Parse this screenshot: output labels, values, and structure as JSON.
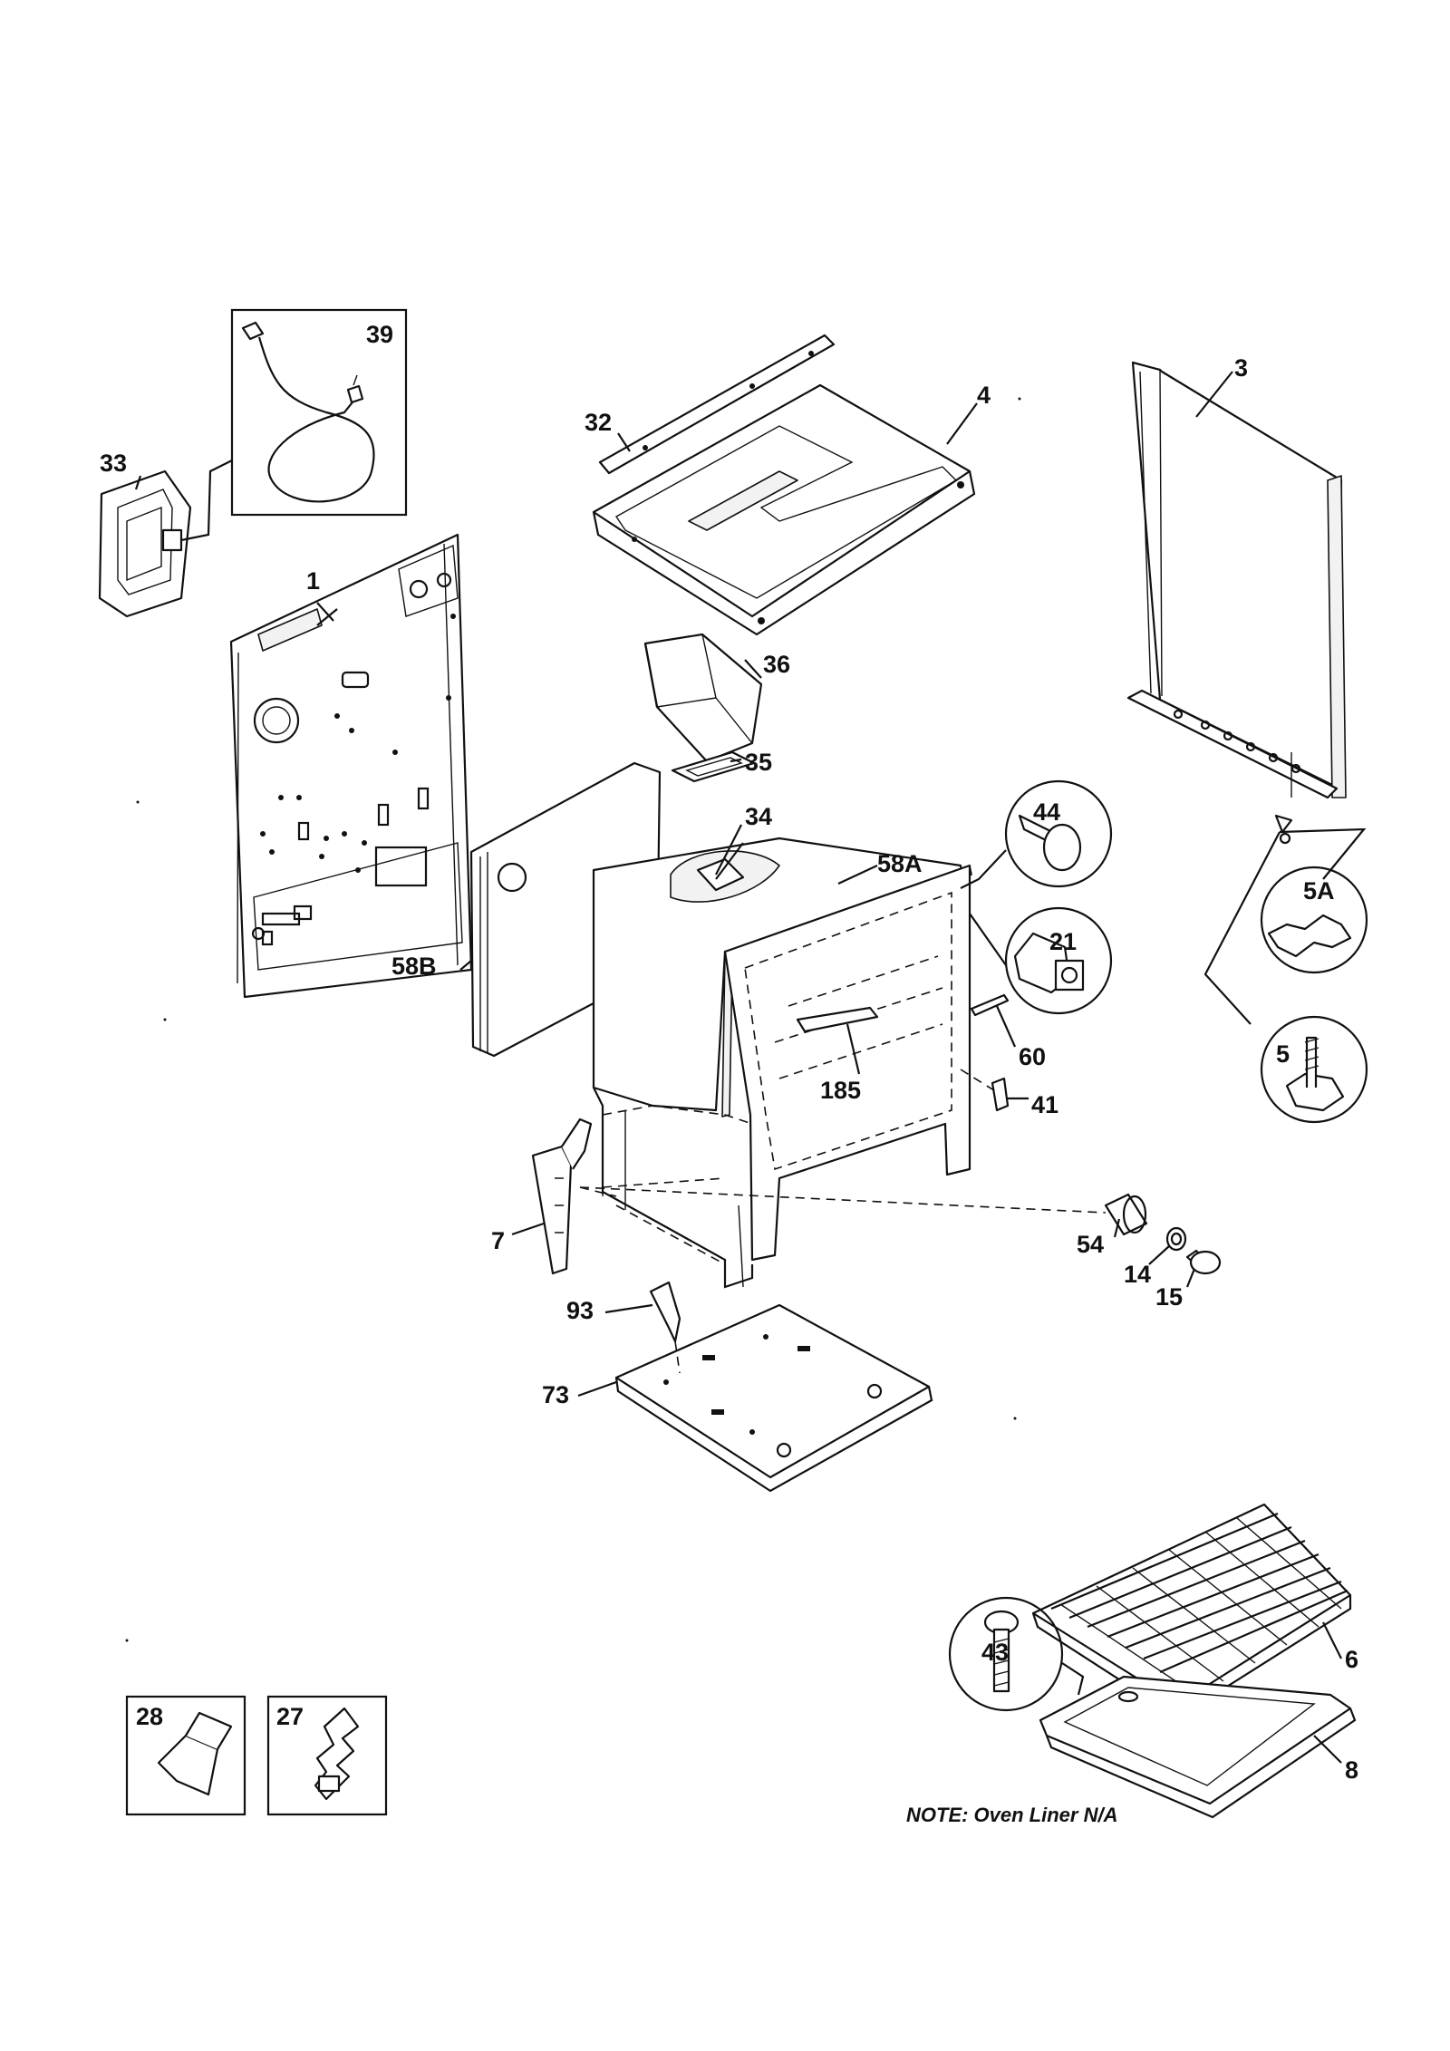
{
  "labels": {
    "p1": "1",
    "p3": "3",
    "p4": "4",
    "p5": "5",
    "p5a": "5A",
    "p6": "6",
    "p7": "7",
    "p8": "8",
    "p14": "14",
    "p15": "15",
    "p21": "21",
    "p27": "27",
    "p28": "28",
    "p32": "32",
    "p33": "33",
    "p34": "34",
    "p35": "35",
    "p36": "36",
    "p39": "39",
    "p41": "41",
    "p43": "43",
    "p44": "44",
    "p54": "54",
    "p58a": "58A",
    "p58b": "58B",
    "p60": "60",
    "p73": "73",
    "p93": "93",
    "p185": "185"
  },
  "note": "NOTE: Oven Liner N/A"
}
